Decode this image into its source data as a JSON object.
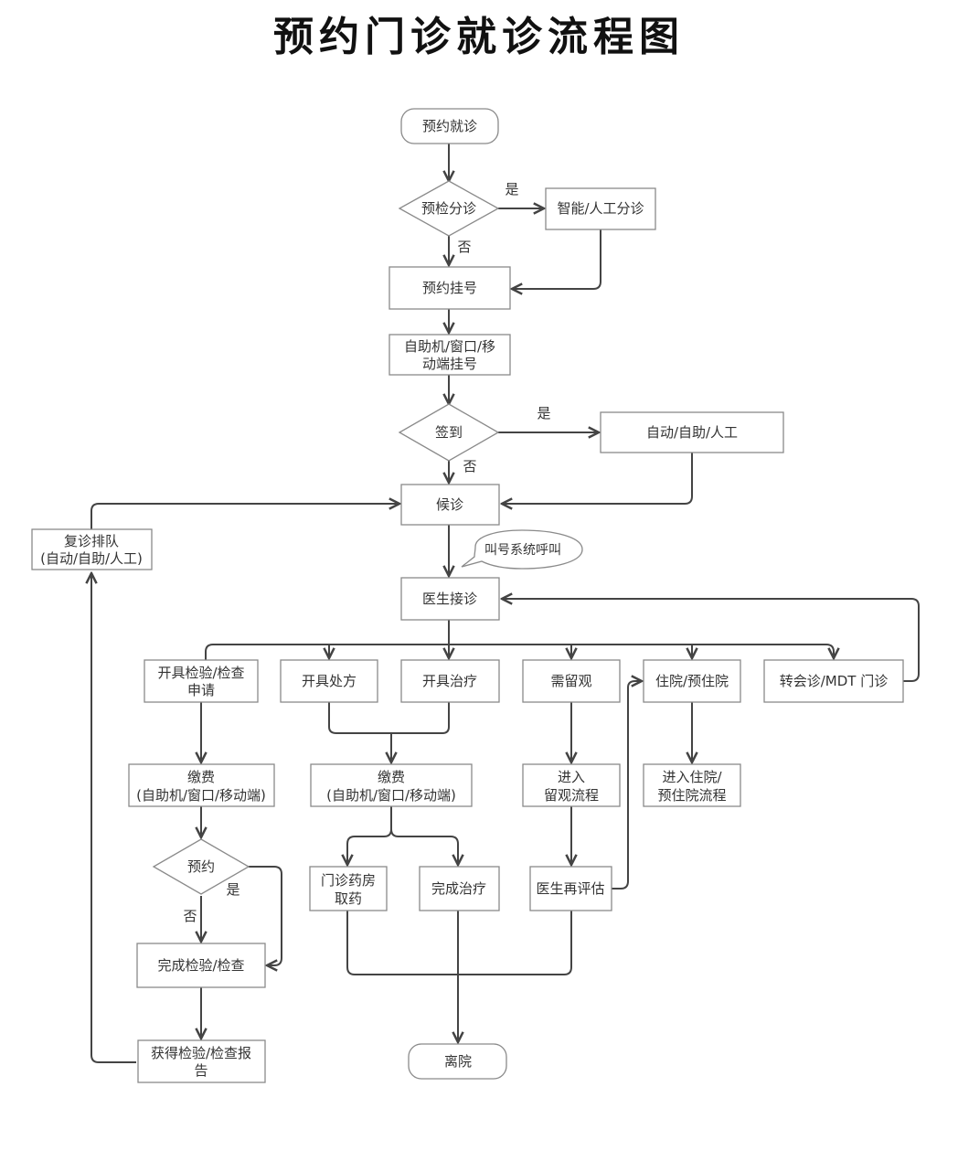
{
  "title": "预约门诊就诊流程图",
  "nodes": {
    "start": "预约就诊",
    "pre_triage": "预检分诊",
    "smart_triage": "智能/人工分诊",
    "book": "预约挂号",
    "channels_1": "自助机/窗口/移",
    "channels_2": "动端挂号",
    "checkin": "签到",
    "checkin_mode": "自动/自助/人工",
    "wait": "候诊",
    "revisit_1": "复诊排队",
    "revisit_2": "(自动/自助/人工)",
    "call_system": "叫号系统呼叫",
    "doctor": "医生接诊",
    "exam_req_1": "开具检验/检查",
    "exam_req_2": "申请",
    "prescription": "开具处方",
    "treatment": "开具治疗",
    "observe": "需留观",
    "hospitalize": "住院/预住院",
    "consult": "转会诊/MDT 门诊",
    "pay_a_1": "缴费",
    "pay_a_2": "(自助机/窗口/移动端)",
    "pay_b_1": "缴费",
    "pay_b_2": "(自助机/窗口/移动端)",
    "obs_flow_1": "进入",
    "obs_flow_2": "留观流程",
    "hosp_flow_1": "进入住院/",
    "hosp_flow_2": "预住院流程",
    "appointment": "预约",
    "pharmacy_1": "门诊药房",
    "pharmacy_2": "取药",
    "finish_treat": "完成治疗",
    "reassess": "医生再评估",
    "finish_exam": "完成检验/检查",
    "report_1": "获得检验/检查报",
    "report_2": "告",
    "leave": "离院"
  },
  "edge_labels": {
    "yes": "是",
    "no": "否"
  }
}
